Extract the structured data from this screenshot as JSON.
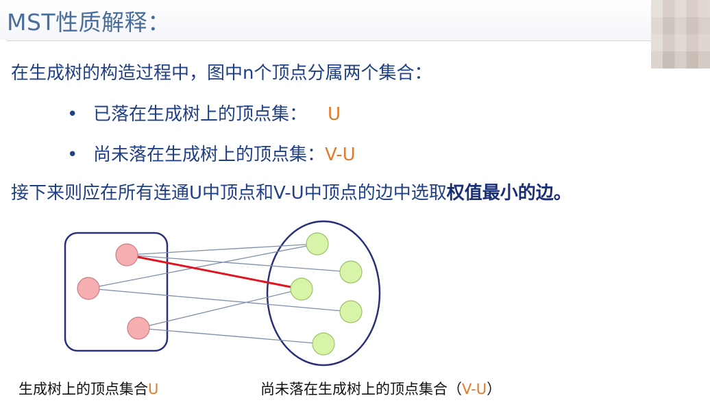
{
  "slide": {
    "title": "MST性质解释："
  },
  "content": {
    "intro": "在生成树的构造过程中，图中n个顶点分属两个集合：",
    "bullets": [
      {
        "marker": "•",
        "label": "已落在生成树上的顶点集：",
        "value": "U"
      },
      {
        "marker": "•",
        "label": "尚未落在生成树上的顶点集：",
        "value": "V-U"
      }
    ],
    "conclusion_plain": "接下来则应在所有连通U中顶点和V-U中顶点的边中选取",
    "conclusion_bold": "权值最小的边。"
  },
  "diagram": {
    "captions": {
      "left_text": "生成树上的顶点集合",
      "left_accent": "U",
      "right_text": "尚未落在生成树上的顶点集合（",
      "right_accent": "V-U",
      "right_close": "）"
    },
    "colors": {
      "u_vertex_fill": "#f7aeb1",
      "vu_vertex_fill": "#d8f4a8",
      "set_border": "#2a2f7a",
      "edge": "#7d8eaa",
      "min_edge": "#e1141f",
      "accent_text": "#e07b2a"
    }
  }
}
